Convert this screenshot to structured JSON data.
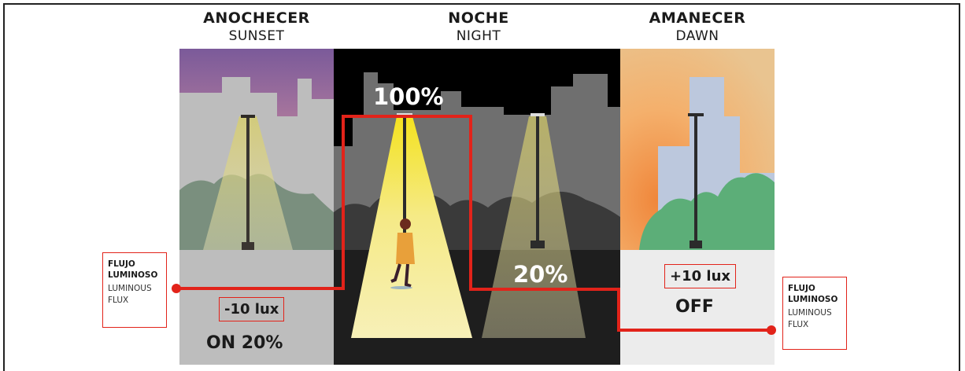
{
  "phases": [
    {
      "title": "ANOCHECER",
      "subtitle": "SUNSET"
    },
    {
      "title": "NOCHE",
      "subtitle": "NIGHT"
    },
    {
      "title": "AMANECER",
      "subtitle": "DAWN"
    }
  ],
  "levels": {
    "full": "100%",
    "reduced": "20%"
  },
  "sunset": {
    "lux": "-10 lux",
    "state": "ON 20%"
  },
  "dawn": {
    "lux": "+10 lux",
    "state": "OFF"
  },
  "flux_label": {
    "title_line1": "FLUJO",
    "title_line2": "LUMINOSO",
    "sub_line1": "LUMINOUS",
    "sub_line2": "FLUX"
  },
  "colors": {
    "flux_line": "#e2231a",
    "night_bg": "#000000",
    "light_beam": "#f6e97a"
  }
}
